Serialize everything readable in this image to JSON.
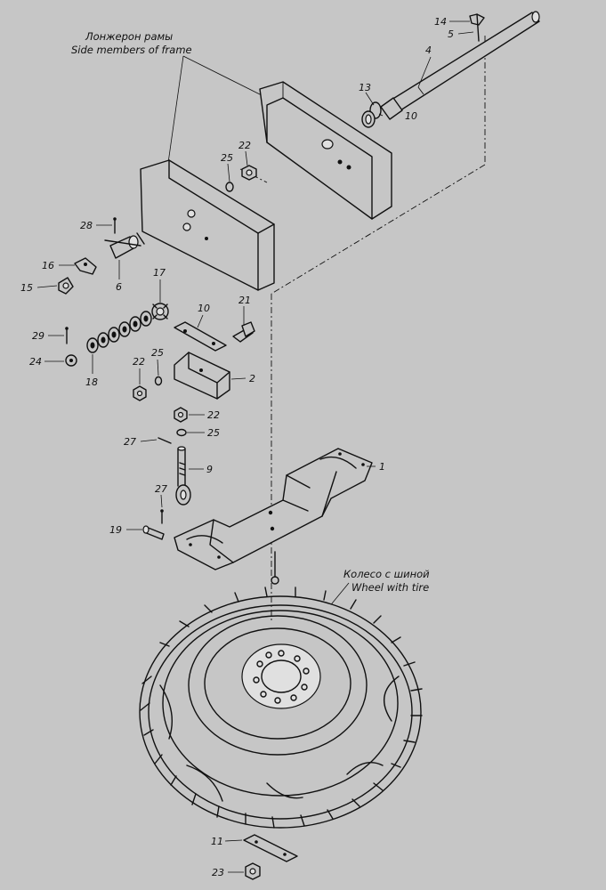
{
  "captions": {
    "frame_ru": "Лонжерон рамы",
    "frame_en": "Side members of frame",
    "wheel_ru": "Колесо с шиной",
    "wheel_en": "Wheel with tire"
  },
  "callouts": [
    {
      "id": "c14",
      "text": "14"
    },
    {
      "id": "c5a",
      "text": "5"
    },
    {
      "id": "c4",
      "text": "4"
    },
    {
      "id": "c13",
      "text": "13"
    },
    {
      "id": "c10a",
      "text": "10"
    },
    {
      "id": "c22a",
      "text": "22"
    },
    {
      "id": "c25a",
      "text": "25"
    },
    {
      "id": "c28",
      "text": "28"
    },
    {
      "id": "c16",
      "text": "16"
    },
    {
      "id": "c15",
      "text": "15"
    },
    {
      "id": "c6",
      "text": "6"
    },
    {
      "id": "c17",
      "text": "17"
    },
    {
      "id": "c10b",
      "text": "10"
    },
    {
      "id": "c21",
      "text": "21"
    },
    {
      "id": "c29",
      "text": "29"
    },
    {
      "id": "c24",
      "text": "24"
    },
    {
      "id": "c18",
      "text": "18"
    },
    {
      "id": "c22b",
      "text": "22"
    },
    {
      "id": "c25b",
      "text": "25"
    },
    {
      "id": "c2",
      "text": "2"
    },
    {
      "id": "c22c",
      "text": "22"
    },
    {
      "id": "c25c",
      "text": "25"
    },
    {
      "id": "c27a",
      "text": "27"
    },
    {
      "id": "c9",
      "text": "9"
    },
    {
      "id": "c1",
      "text": "1"
    },
    {
      "id": "c27b",
      "text": "27"
    },
    {
      "id": "c19",
      "text": "19"
    },
    {
      "id": "c11",
      "text": "11"
    },
    {
      "id": "c23",
      "text": "23"
    }
  ]
}
